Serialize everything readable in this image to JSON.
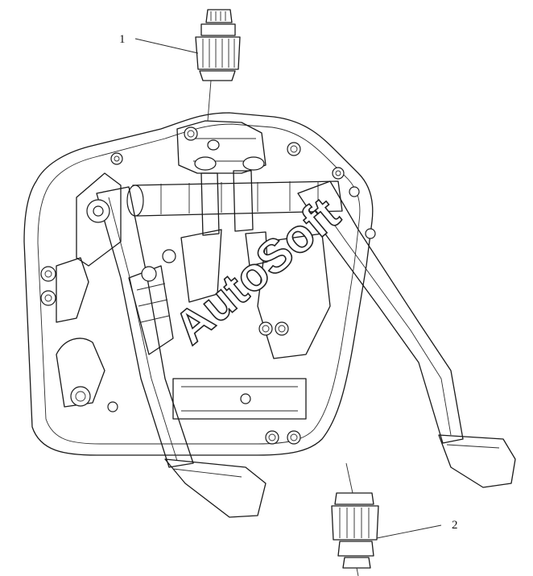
{
  "callouts": [
    {
      "label": "1",
      "part": "upper-switch"
    },
    {
      "label": "2",
      "part": "lower-switch"
    }
  ],
  "watermark": "AutoSoft"
}
